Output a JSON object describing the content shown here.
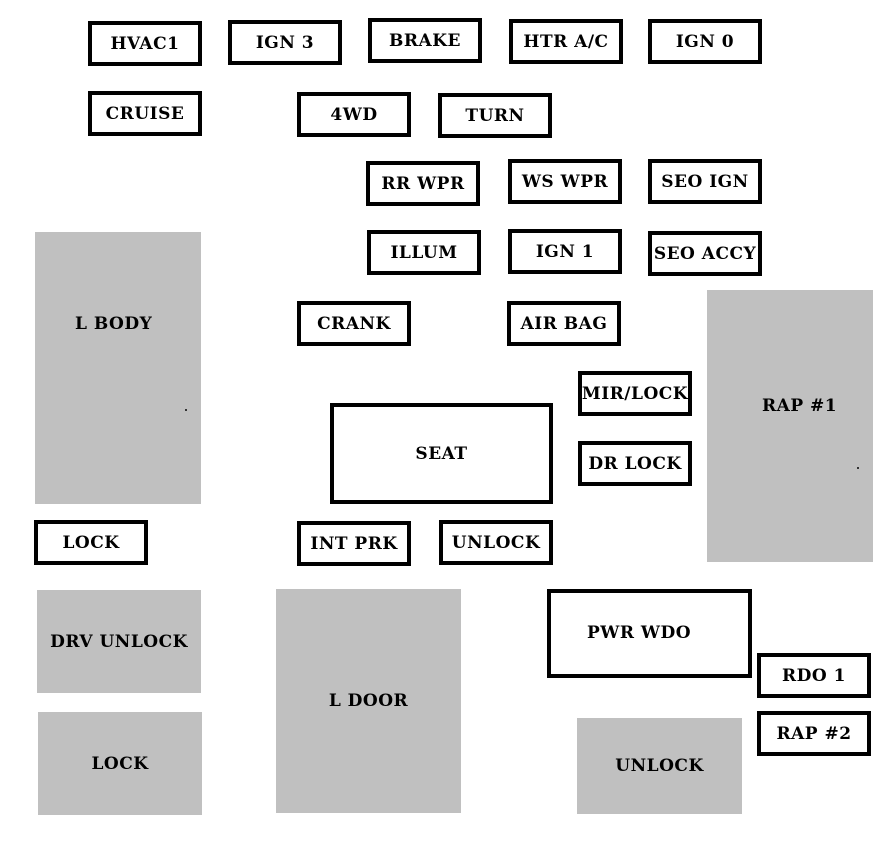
{
  "colors": {
    "fuse_border": "#000000",
    "relay_fill": "#c0c0c0",
    "background": "#ffffff"
  },
  "fuses": {
    "hvac1": "HVAC1",
    "ign3": "IGN 3",
    "brake": "BRAKE",
    "htr_ac": "HTR A/C",
    "ign0": "IGN 0",
    "cruise": "CRUISE",
    "fwd4": "4WD",
    "turn": "TURN",
    "rr_wpr": "RR WPR",
    "ws_wpr": "WS WPR",
    "seo_ign": "SEO IGN",
    "illum": "ILLUM",
    "ign1": "IGN 1",
    "seo_accy": "SEO ACCY",
    "crank": "CRANK",
    "air_bag": "AIR BAG",
    "mir_lock": "MIR/LOCK",
    "dr_lock": "DR LOCK",
    "lock": "LOCK",
    "int_prk": "INT PRK",
    "unlock": "UNLOCK",
    "rdo1": "RDO 1",
    "rap2": "RAP #2"
  },
  "breakers": {
    "seat": "SEAT",
    "pwr_wdo": "PWR WDO"
  },
  "relays": {
    "l_body": "L BODY",
    "rap1": "RAP #1",
    "drv_unlock": "DRV UNLOCK",
    "lock": "LOCK",
    "l_door": "L DOOR",
    "unlock": "UNLOCK"
  }
}
